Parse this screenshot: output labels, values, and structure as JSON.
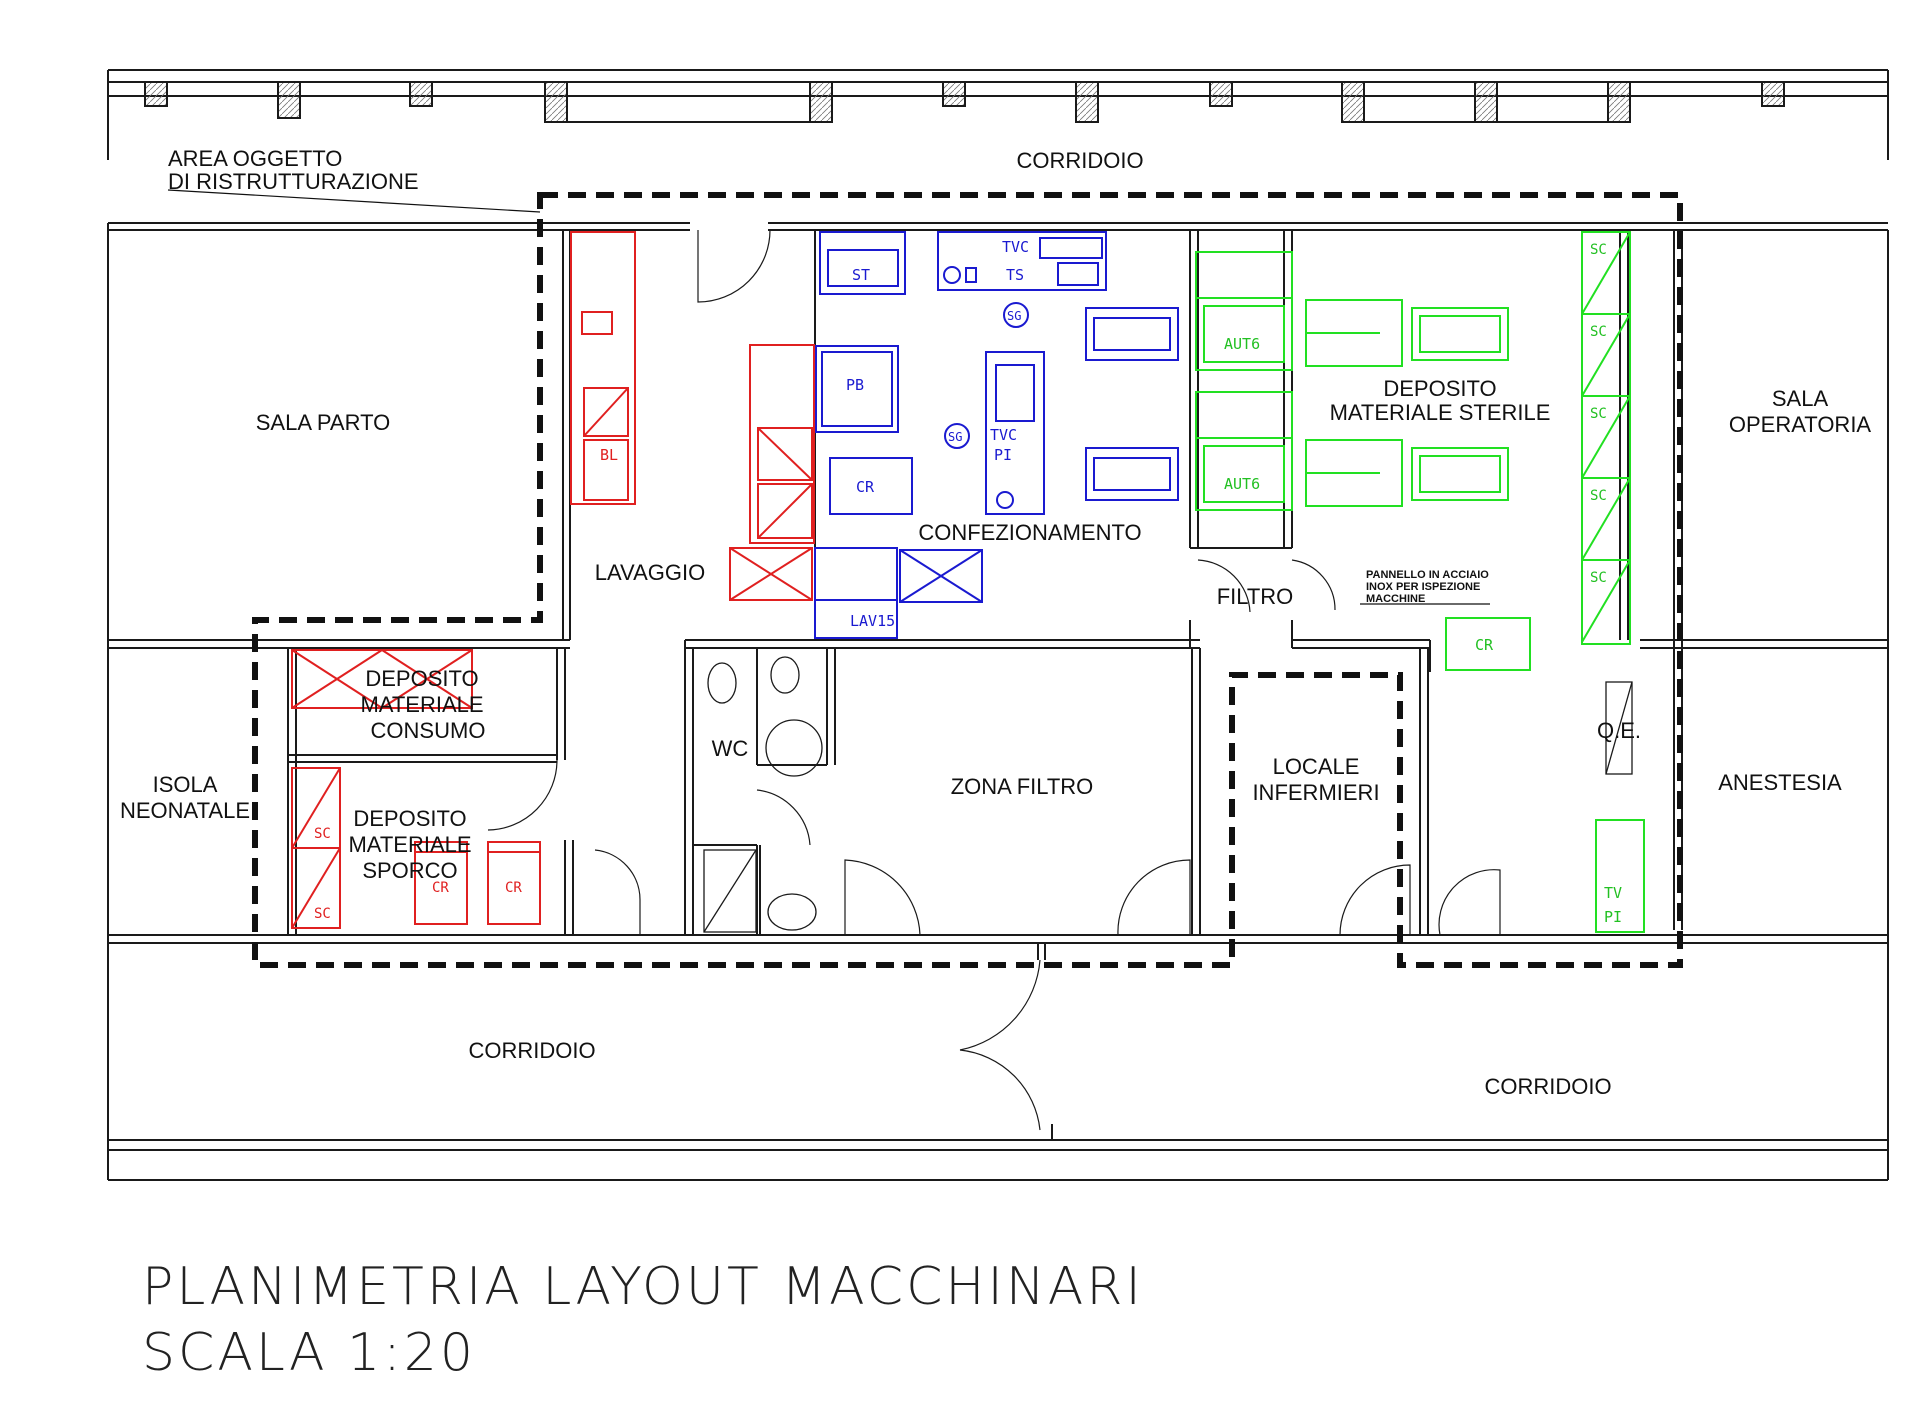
{
  "colors": {
    "wall": "#1a1a1a",
    "red": "#e02020",
    "blue": "#1a1ad0",
    "green": "#22e022",
    "dash": "#111111"
  },
  "rooms": {
    "corridoio_top": "CORRIDOIO",
    "area_line1": "AREA OGGETTO",
    "area_line2": "DI RISTRUTTURAZIONE",
    "sala_parto": "SALA PARTO",
    "lavaggio": "LAVAGGIO",
    "confezionamento": "CONFEZIONAMENTO",
    "deposito_sterile_1": "DEPOSITO",
    "deposito_sterile_2": "MATERIALE STERILE",
    "sala_operatoria_1": "SALA",
    "sala_operatoria_2": "OPERATORIA",
    "filtro": "FILTRO",
    "pannello_1": "PANNELLO IN ACCIAIO",
    "pannello_2": "INOX PER ISPEZIONE",
    "pannello_3": "MACCHINE",
    "dep_consumo_1": "DEPOSITO",
    "dep_consumo_2": "MATERIALE",
    "dep_consumo_3": "CONSUMO",
    "dep_sporco_1": "DEPOSITO",
    "dep_sporco_2": "MATERIALE",
    "dep_sporco_3": "SPORCO",
    "isola_1": "ISOLA",
    "isola_2": "NEONATALE",
    "wc": "WC",
    "zona_filtro": "ZONA FILTRO",
    "locale_1": "LOCALE",
    "locale_2": "INFERMIERI",
    "qe": "Q.E.",
    "anestesia": "ANESTESIA",
    "corridoio_bl": "CORRIDOIO",
    "corridoio_br": "CORRIDOIO"
  },
  "equipment": {
    "st": "ST",
    "tvc_top": "TVC",
    "ts": "TS",
    "sg1": "SG",
    "sg2": "SG",
    "pb": "PB",
    "cr_blue": "CR",
    "tvc_mid": "TVC",
    "pi_mid": "PI",
    "lav15": "LAV15",
    "bl": "BL",
    "aut6_1": "AUT6",
    "aut6_2": "AUT6",
    "sc": "SC",
    "cr_green": "CR",
    "tv": "TV",
    "pi_green": "PI",
    "sc_red": "SC",
    "cr_red_1": "CR",
    "cr_red_2": "CR"
  },
  "title": {
    "line1": "PLANIMETRIA  LAYOUT  MACCHINARI",
    "line2": "SCALA  1:20"
  }
}
